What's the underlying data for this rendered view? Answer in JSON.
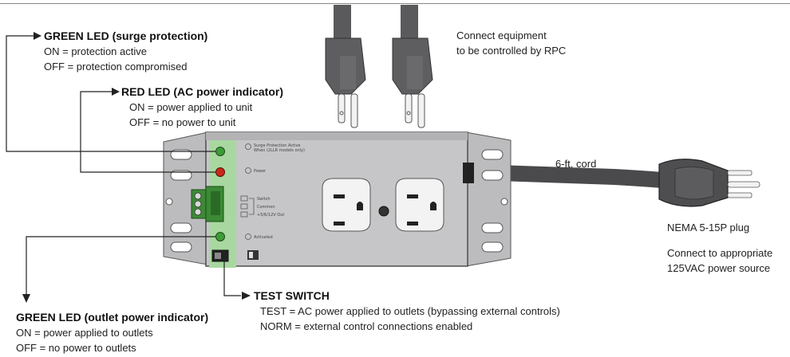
{
  "callouts": {
    "green_led_surge": {
      "title": "GREEN LED (surge protection)",
      "line1": "ON = protection active",
      "line2": "OFF = protection compromised"
    },
    "red_led_power": {
      "title": "RED LED (AC power indicator)",
      "line1": "ON = power applied to unit",
      "line2": "OFF = no power to unit"
    },
    "green_led_outlet": {
      "title": "GREEN LED (outlet power indicator)",
      "line1": "ON = power applied to outlets",
      "line2": "OFF = no power to outlets"
    },
    "test_switch": {
      "title": "TEST SWITCH",
      "line1": "TEST = AC power applied to outlets (bypassing external controls)",
      "line2": "NORM = external control connections enabled"
    }
  },
  "equipment_note": {
    "line1": "Connect equipment",
    "line2": "to be controlled by RPC"
  },
  "cord_label": "6-ft. cord",
  "plug": {
    "name": "NEMA 5-15P plug",
    "line1": "Connect to appropriate",
    "line2": "125VAC power source"
  },
  "panel_labels": {
    "surge": "Surge Protection Active",
    "surge_sub": "When (2LLR models only)",
    "power": "Power",
    "switch": "Switch",
    "common": "Common",
    "control": "+5/6/12V Out",
    "activated": "Activated"
  },
  "colors": {
    "green_led": "#3f9a3a",
    "red_led": "#c8281c",
    "label_panel": "#a8d8a0",
    "housing": "#c6c6c8",
    "cord": "#4a4a4c"
  }
}
